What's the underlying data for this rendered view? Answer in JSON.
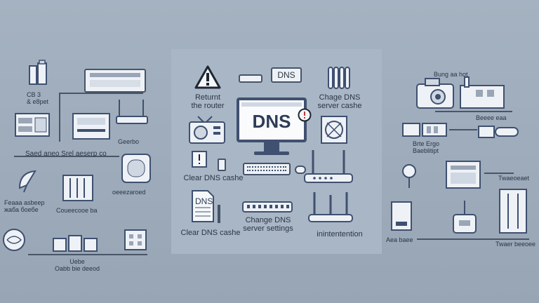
{
  "center": {
    "monitor_text": "DNS",
    "tag_text": "DNS",
    "file_text": "DNS",
    "labels": {
      "restart_router": "Returnt\nthe router",
      "change_cache": "Chage DNS\nserver cashe",
      "clear_cache_top": "Clear DNS cashe",
      "clear_cache_bottom": "Clear DNS cashe",
      "change_settings": "Change DNS\nserver settings",
      "interruption": "inintentention"
    }
  },
  "left": {
    "labels": {
      "l1": "CB 3\n& e8реt",
      "l2": "Saed aneo Srel aeserp co",
      "l3": "Geerbo",
      "l4": "Feaaa asbeeр\nжаба боебе",
      "l5": "Coueecooe ba",
      "l6": "oeeezaroed",
      "l7": "Uebe\nOabb bie deeod"
    }
  },
  "right": {
    "labels": {
      "r1": "Bung aa hot",
      "r2": "Beeee eaa",
      "r3": "Brte Ergo\nBaeblitipt",
      "r4": "Twaeoeaet",
      "r5": "Aea baee",
      "r6": "Twaer beeoee"
    }
  },
  "colors": {
    "background": "#9fadbd",
    "outline": "#3f5070",
    "warning": "#1e2633"
  }
}
